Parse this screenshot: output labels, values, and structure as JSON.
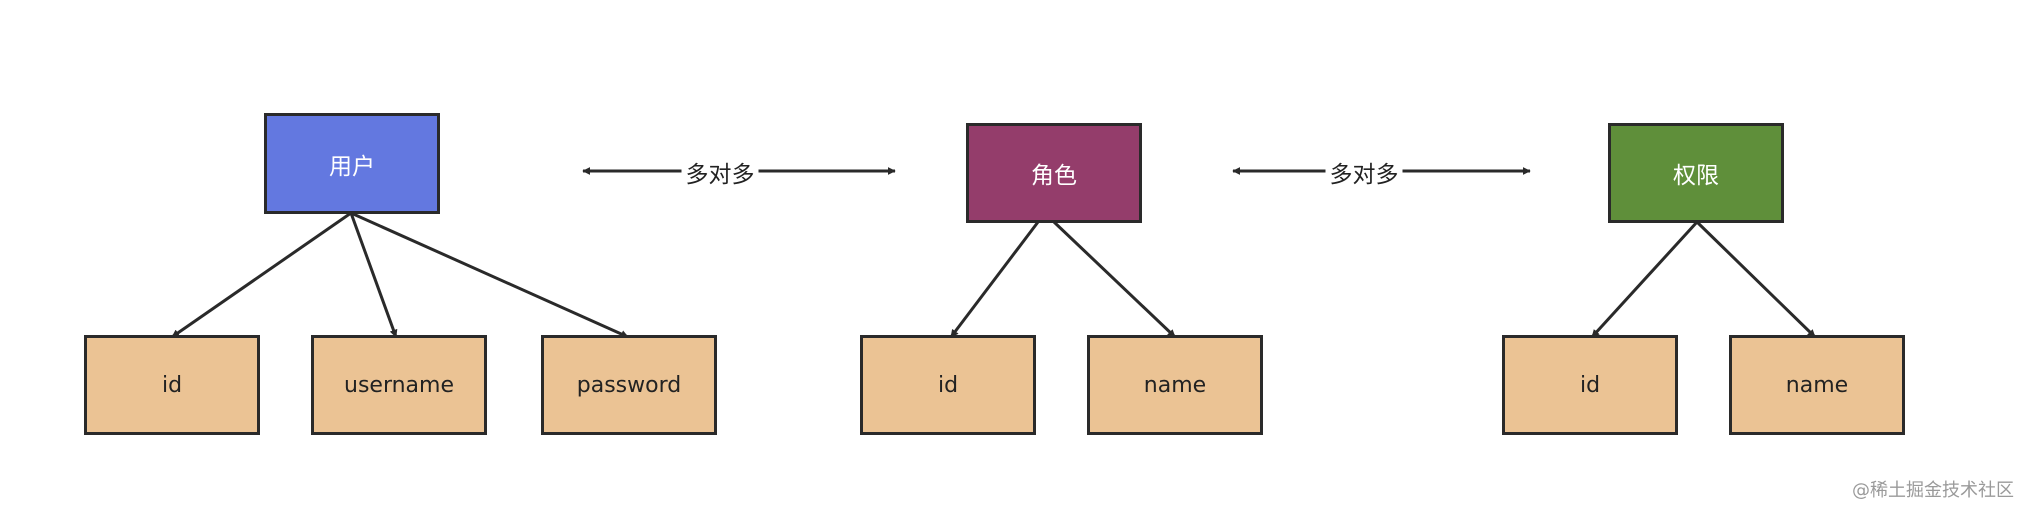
{
  "entities": {
    "user": {
      "label": "用户",
      "color": "#6378e0"
    },
    "role": {
      "label": "角色",
      "color": "#943d6b"
    },
    "permission": {
      "label": "权限",
      "color": "#5f8f3a"
    }
  },
  "attributes": {
    "user": [
      "id",
      "username",
      "password"
    ],
    "role": [
      "id",
      "name"
    ],
    "permission": [
      "id",
      "name"
    ]
  },
  "relations": [
    {
      "label": "多对多"
    },
    {
      "label": "多对多"
    }
  ],
  "watermark": "@稀土掘金技术社区",
  "colors": {
    "attribute_fill": "#ebc394",
    "stroke": "#2a2a2a"
  }
}
